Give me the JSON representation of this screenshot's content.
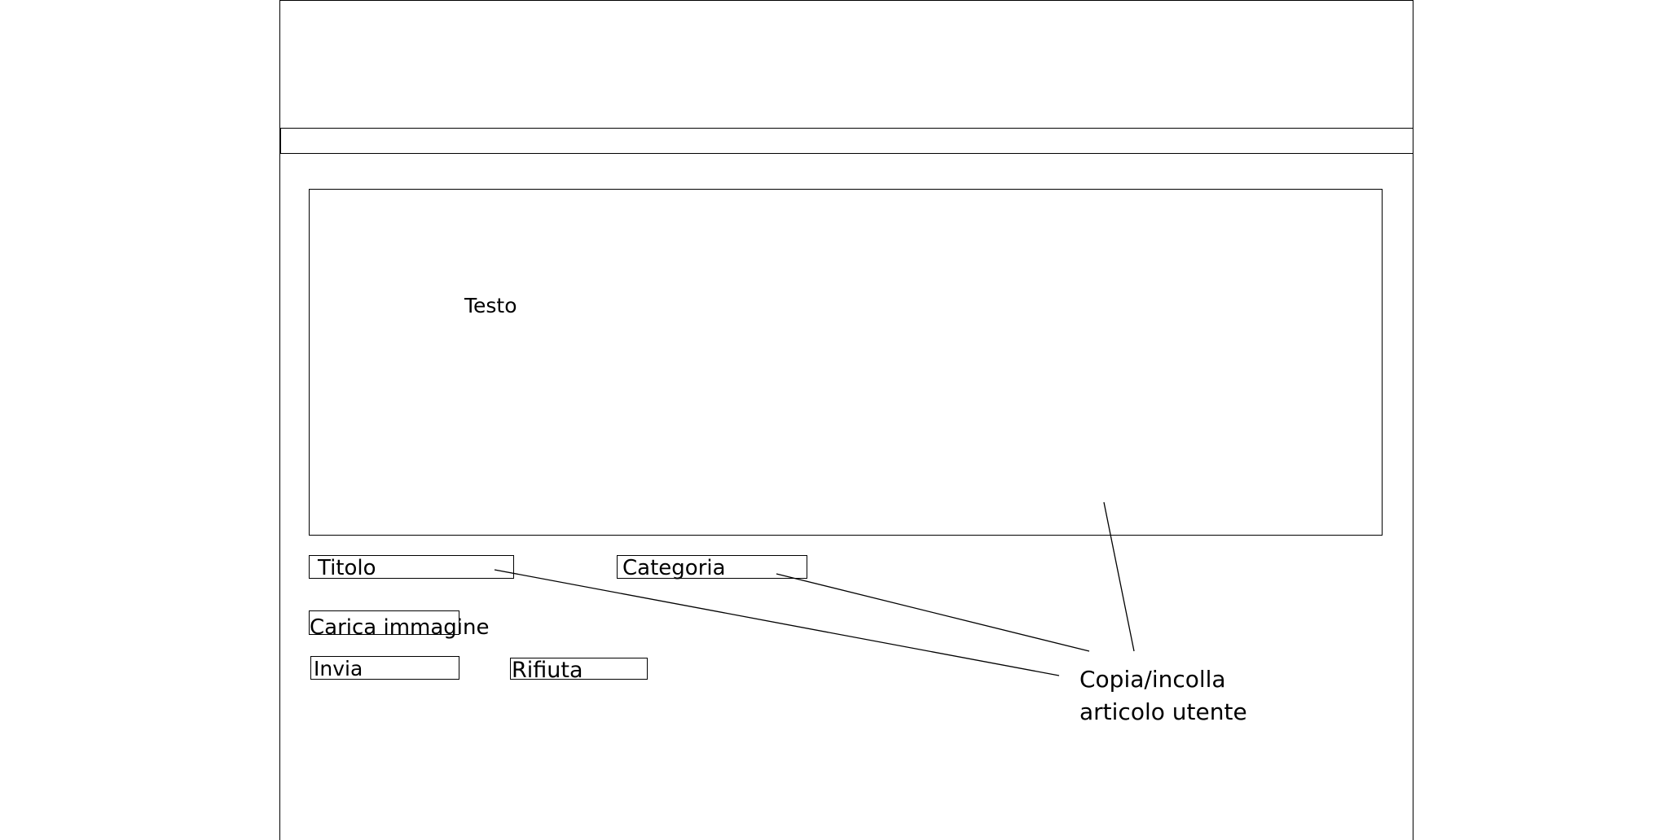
{
  "editor": {
    "text_area_label": "Testo",
    "title_field_label": "Titolo",
    "category_field_label": "Categoria",
    "upload_image_label": "Carica immagine",
    "send_label": "Invia",
    "reject_label": "Rifiuta"
  },
  "annotation": {
    "line1": "Copia/incolla",
    "line2": "articolo utente"
  }
}
